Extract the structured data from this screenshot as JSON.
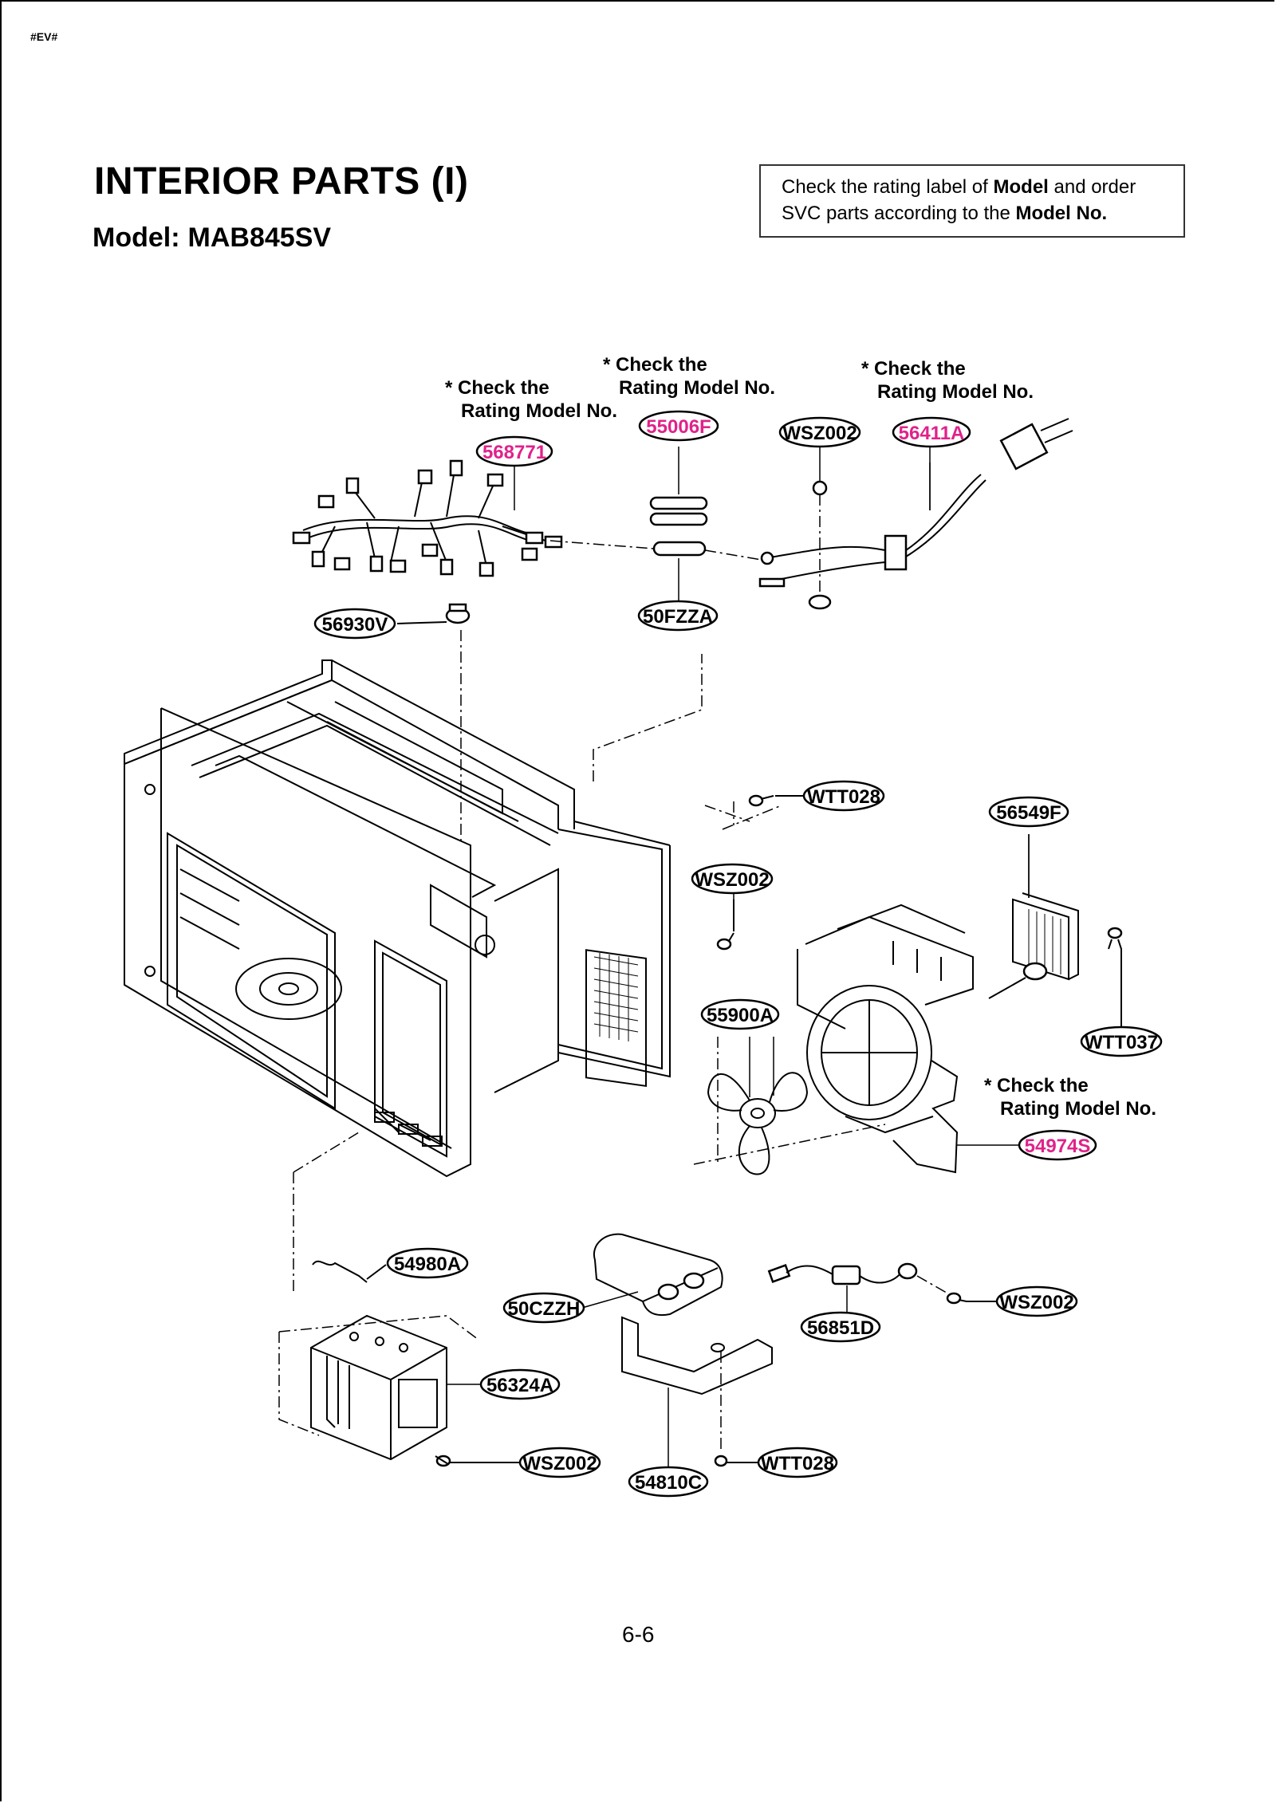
{
  "page": {
    "tag": "#EV#",
    "title": "INTERIOR PARTS (I)",
    "model_label": "Model:",
    "model_value": "MAB845SV",
    "page_number": "6-6"
  },
  "notice": {
    "line1_a": "Check the rating label of ",
    "line1_b": "Model",
    "line1_c": " and order",
    "line2_a": "SVC parts according to the ",
    "line2_b": "Model No."
  },
  "colors": {
    "highlight": "#e0228a",
    "line": "#000000"
  },
  "notes": {
    "n1a": "* Check the",
    "n1b": "Rating Model No.",
    "n2a": "* Check the",
    "n2b": "Rating Model No.",
    "n3a": "* Check the",
    "n3b": "Rating Model No.",
    "n4a": "* Check the",
    "n4b": "Rating Model No."
  },
  "parts": {
    "p568771": "568771",
    "p55006F": "55006F",
    "pWSZ002_top": "WSZ002",
    "p56411A": "56411A",
    "p56930V": "56930V",
    "p50FZZA": "50FZZA",
    "pWTT028_top": "WTT028",
    "p56549F": "56549F",
    "pWSZ002_mid": "WSZ002",
    "p55900A": "55900A",
    "pWTT037": "WTT037",
    "p54974S": "54974S",
    "p54980A": "54980A",
    "p50CZZH": "50CZZH",
    "pWSZ002_right": "WSZ002",
    "p56851D": "56851D",
    "p56324A": "56324A",
    "pWSZ002_bottom": "WSZ002",
    "p54810C": "54810C",
    "pWTT028_bottom": "WTT028"
  }
}
